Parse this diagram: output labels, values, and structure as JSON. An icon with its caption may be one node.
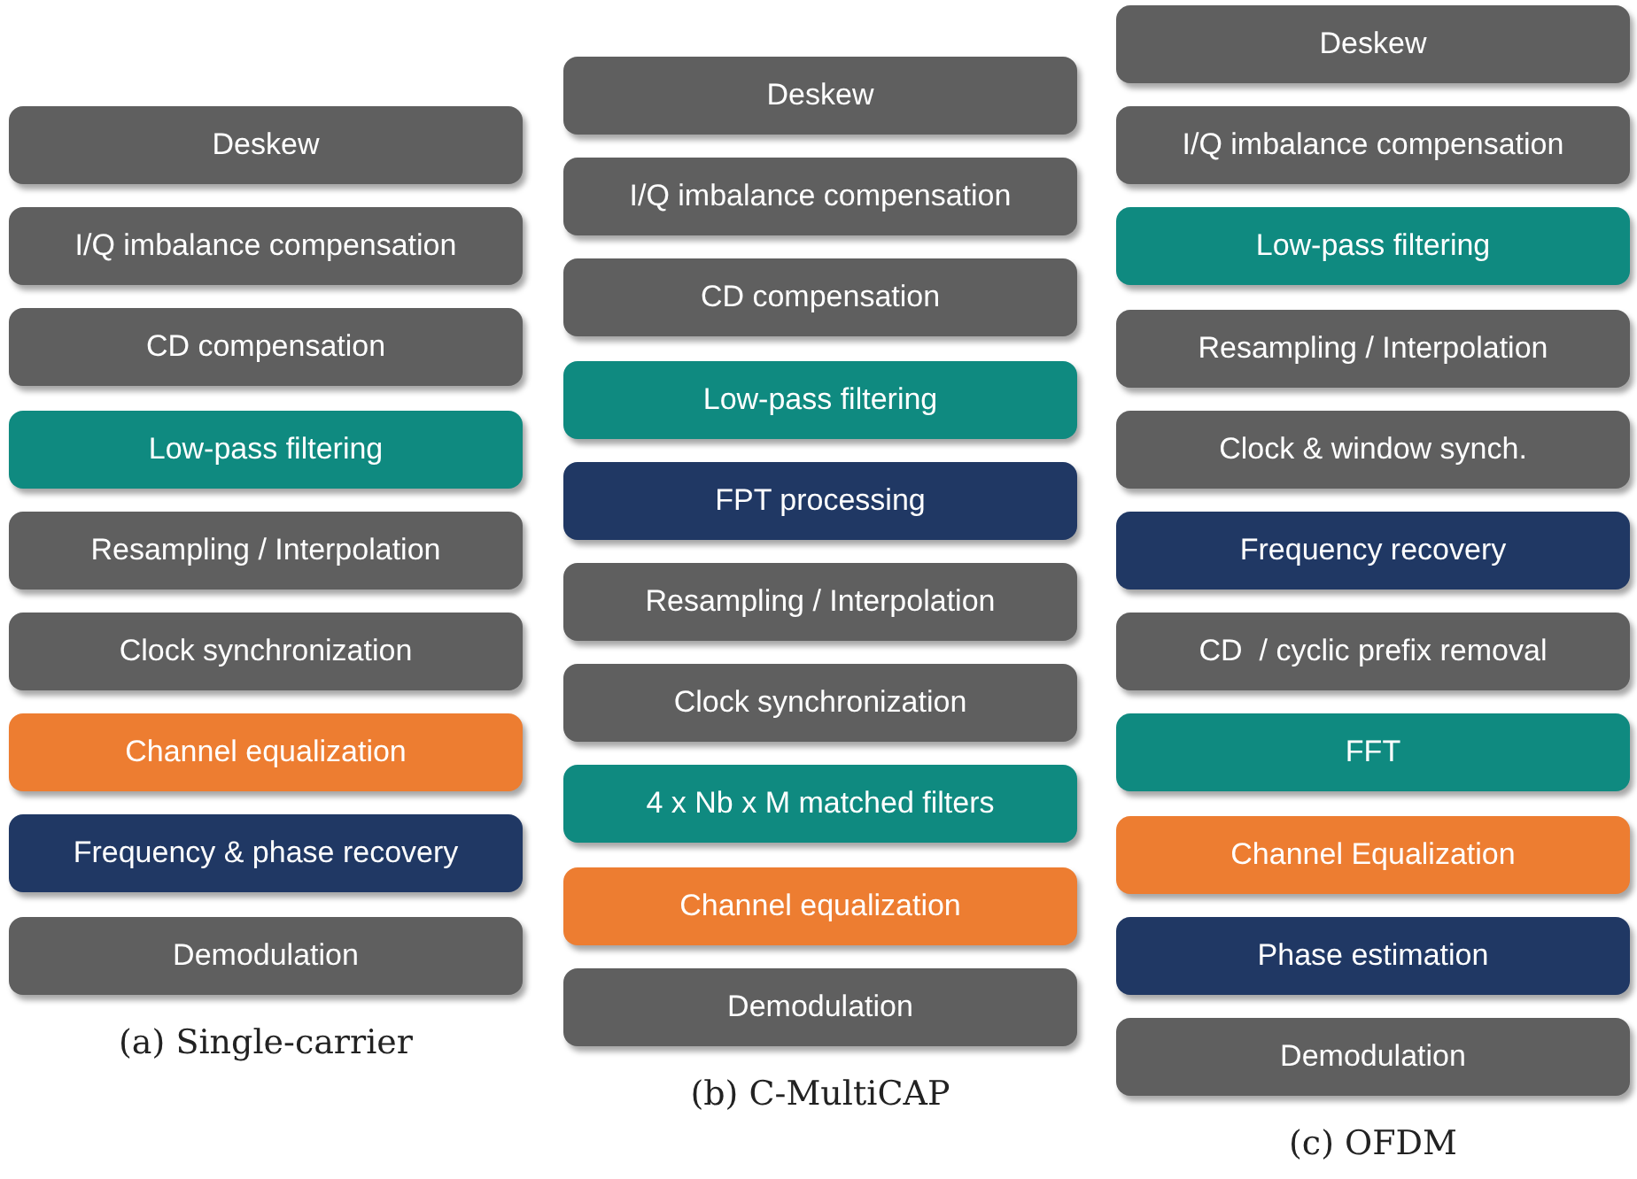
{
  "diagram": {
    "nodes": [
      {
        "text": [
          "Deskew"
        ]
      },
      {
        "text": [
          "I/Q imbalance compensation"
        ]
      },
      {
        "text": [
          "CD compensation"
        ]
      },
      {
        "text": [
          "Low-pass filtering"
        ]
      },
      {
        "text": [
          "Resampling / Interpolation"
        ]
      },
      {
        "text": [
          "Clock synchronization"
        ]
      },
      {
        "text": [
          "Channel equalization"
        ]
      },
      {
        "text": [
          "Frequency & phase recovery"
        ]
      },
      {
        "text": [
          "Demodulation"
        ]
      },
      {
        "text": [
          "Deskew"
        ]
      },
      {
        "text": [
          "I/Q imbalance compensation"
        ]
      },
      {
        "text": [
          "CD compensation"
        ]
      },
      {
        "text": [
          "Low-pass filtering"
        ]
      },
      {
        "text": [
          "FPT processing"
        ]
      },
      {
        "text": [
          "Resampling / Interpolation"
        ]
      },
      {
        "text": [
          "Clock synchronization"
        ]
      },
      {
        "text": [
          "4 x Nb x M matched filters"
        ]
      },
      {
        "text": [
          "Channel equalization"
        ]
      },
      {
        "text": [
          "Demodulation"
        ]
      },
      {
        "text": [
          "Deskew"
        ]
      },
      {
        "text": [
          "I/Q imbalance compensation"
        ]
      },
      {
        "text": [
          "Low-pass filtering"
        ]
      },
      {
        "text": [
          "Resampling / Interpolation"
        ]
      },
      {
        "text": [
          "Clock & window synch."
        ]
      },
      {
        "text": [
          "Frequency recovery"
        ]
      },
      {
        "text": [
          "CD  / cyclic prefix removal"
        ]
      },
      {
        "text": [
          "FFT"
        ]
      },
      {
        "text": [
          "Channel Equalization"
        ]
      },
      {
        "text": [
          "Phase estimation"
        ]
      },
      {
        "text": [
          "Demodulation"
        ]
      }
    ],
    "labels": [
      "(a) Single-carrier",
      "(b) C-MultiCAP",
      "(c) OFDM"
    ]
  }
}
